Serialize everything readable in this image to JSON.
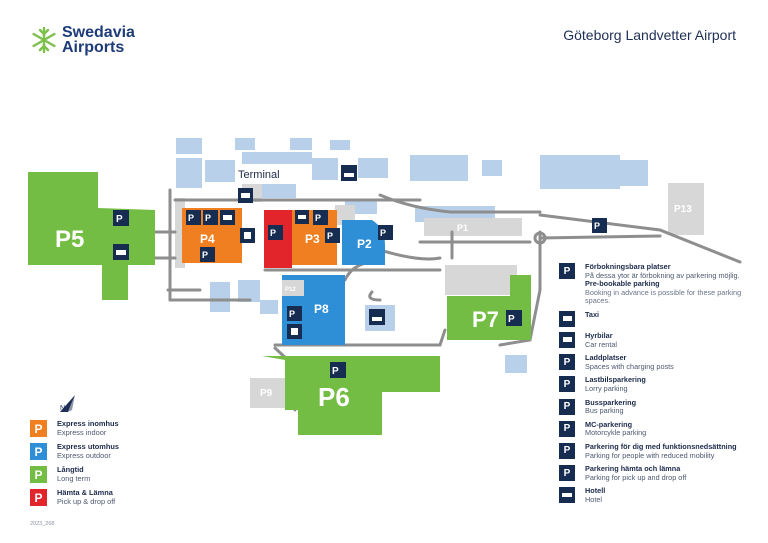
{
  "brand": {
    "line1": "Swedavia",
    "line2": "Airports",
    "color": "#1e3c78",
    "icon": "snowflake-icon"
  },
  "airport_title": "Göteborg Landvetter Airport",
  "colors": {
    "express_inomhus": "#f07f22",
    "express_utomhus": "#2f8fd6",
    "langtid": "#74bd44",
    "hamta_lamna": "#e2242b",
    "building": "#b8d0ea",
    "road": "#8e8e8e",
    "gray_lot": "#d7d7d7",
    "icon_bg": "#162c50"
  },
  "map": {
    "terminal_label": "Terminal",
    "parking_labels": {
      "p1": "P1",
      "p2": "P2",
      "p3": "P3",
      "p4": "P4",
      "p5": "P5",
      "p6": "P6",
      "p7": "P7",
      "p8": "P8",
      "p9": "P9",
      "p12": "P12",
      "p13": "P13"
    }
  },
  "legend_colors": [
    {
      "symbol": "P",
      "sv": "Express inomhus",
      "en": "Express indoor",
      "color": "#f07f22"
    },
    {
      "symbol": "P",
      "sv": "Express utomhus",
      "en": "Express outdoor",
      "color": "#2f8fd6"
    },
    {
      "symbol": "P",
      "sv": "Långtid",
      "en": "Long term",
      "color": "#74bd44"
    },
    {
      "symbol": "P",
      "sv": "Hämta & Lämna",
      "en": "Pick up & drop off",
      "color": "#e2242b"
    }
  ],
  "legend_icons": [
    {
      "icon": "prebookable-parking-icon",
      "sv": "Förbokningsbara platser",
      "sv_desc": "På dessa ytor är förbokning av parkering möjlig.",
      "en": "Pre-bookable parking",
      "en_desc": "Booking in advance is possible for these parking spaces."
    },
    {
      "icon": "taxi-icon",
      "sv": "Taxi"
    },
    {
      "icon": "car-rental-icon",
      "sv": "Hyrbilar",
      "en": "Car rental"
    },
    {
      "icon": "charging-post-icon",
      "sv": "Laddplatser",
      "en": "Spaces with charging posts"
    },
    {
      "icon": "lorry-parking-icon",
      "sv": "Lastbilsparkering",
      "en": "Lorry parking"
    },
    {
      "icon": "bus-parking-icon",
      "sv": "Bussparkering",
      "en": "Bus parking"
    },
    {
      "icon": "motorcycle-parking-icon",
      "sv": "MC-parkering",
      "en": "Motorcykle parking"
    },
    {
      "icon": "reduced-mobility-parking-icon",
      "sv": "Parkering för dig med funktionsnedsättning",
      "en": "Parking for people with reduced mobility"
    },
    {
      "icon": "pickup-dropoff-parking-icon",
      "sv": "Parkering hämta och lämna",
      "en": "Parking for pick up and drop off"
    },
    {
      "icon": "hotel-icon",
      "sv": "Hotell",
      "en": "Hotel"
    }
  ],
  "footer_code": "2023_268"
}
